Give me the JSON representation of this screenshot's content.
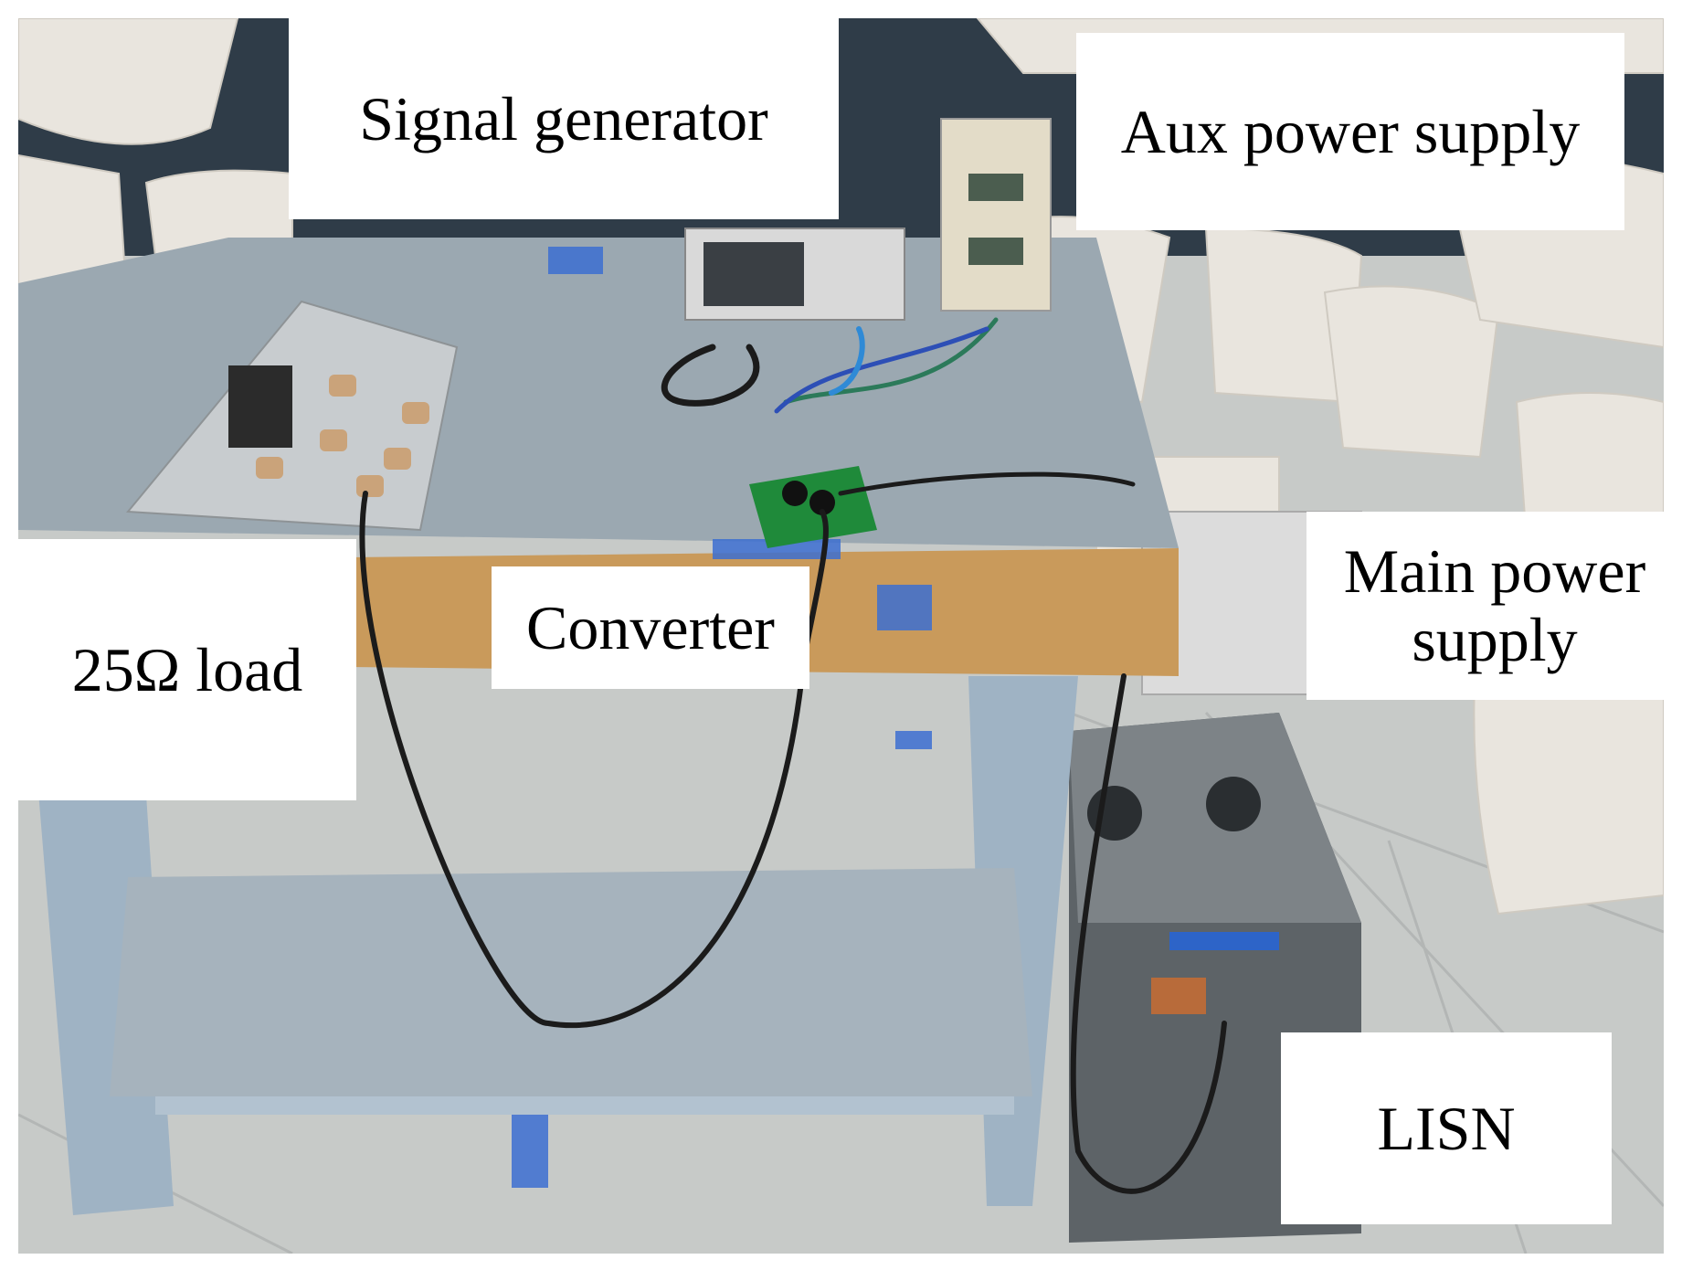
{
  "figure": {
    "labels": {
      "signal_generator": "Signal generator",
      "aux_power_supply": "Aux power supply",
      "load": "25Ω load",
      "converter": "Converter",
      "main_power_supply_line1": "Main power",
      "main_power_supply_line2": "supply",
      "lisn": "LISN"
    }
  },
  "colors": {
    "background": "#ffffff",
    "label_background": "#ffffff",
    "label_text": "#000000",
    "table_top": "#9aa7b0",
    "table_edge_wood": "#c9995a",
    "table_legs": "#9fb3c4",
    "absorber_cones": "#e8e4dc",
    "absorber_base": "#2e3b47",
    "floor": "#c9ccca",
    "lisn_box": "#5c6266",
    "pcb_green": "#1f8a3a",
    "tape_blue": "#3c6fd1"
  }
}
